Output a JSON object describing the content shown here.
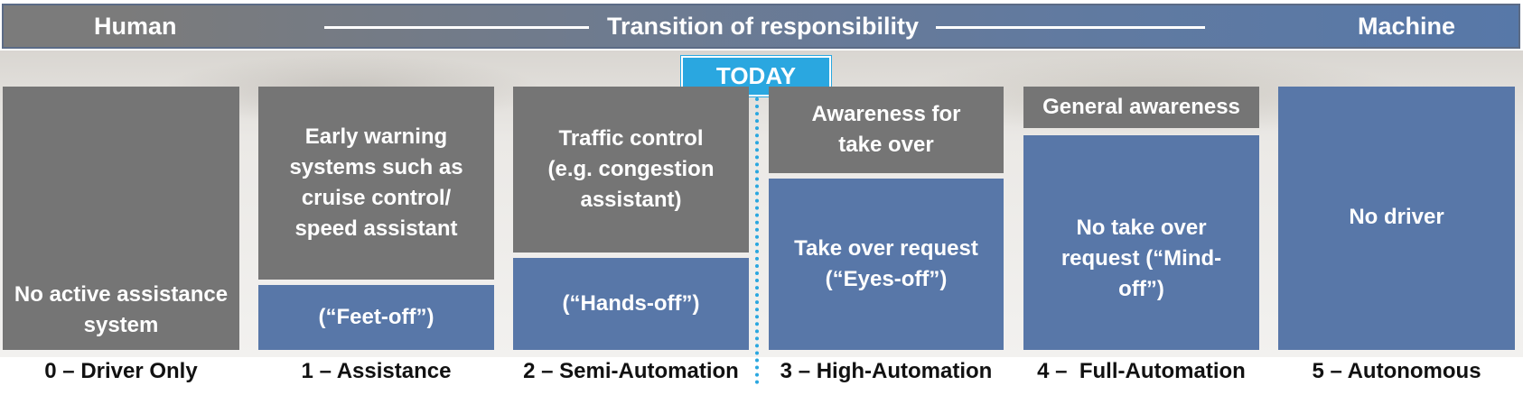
{
  "header": {
    "left": "Human",
    "center": "Transition of responsibility",
    "right": "Machine"
  },
  "today": "TODAY",
  "levels": [
    {
      "label": "0 – Driver Only",
      "top_text": "",
      "main_text": "No active assistance system"
    },
    {
      "label": "1 – Assistance",
      "top_text": "Early warning systems such as cruise control/ speed assistant",
      "main_text": "(“Feet-off”)"
    },
    {
      "label": "2 – Semi-Automation",
      "top_text": "Traffic control (e.g. congestion assistant)",
      "main_text": "(“Hands-off”)"
    },
    {
      "label": "3 – High-Automation",
      "top_text": "Awareness for take over",
      "main_text": "Take over request (“Eyes-off”)"
    },
    {
      "label": "4 –  Full-Automation",
      "top_text": "General awareness",
      "main_text": "No take over request (“Mind-off”)"
    },
    {
      "label": "5 – Autonomous",
      "top_text": "",
      "main_text": "No driver"
    }
  ],
  "colors": {
    "human_gray": "#757575",
    "machine_blue": "#5877a8",
    "today_blue": "#2aa7e0"
  }
}
